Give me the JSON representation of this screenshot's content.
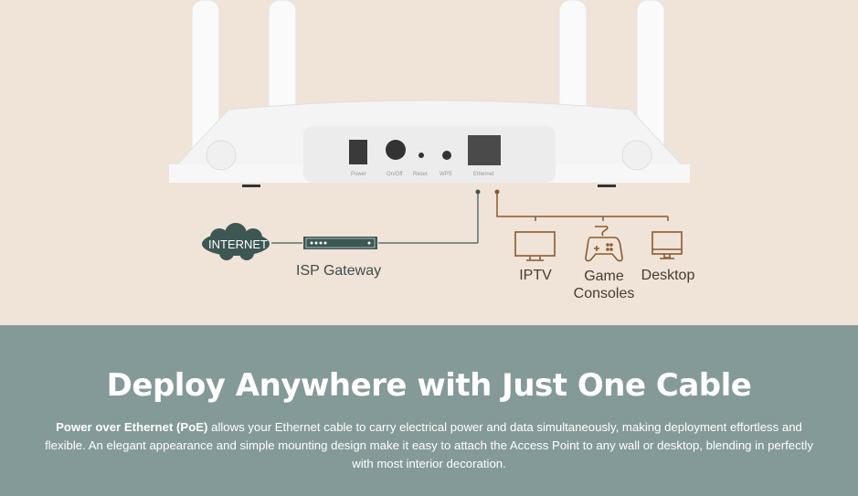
{
  "diagram": {
    "ports": [
      "Power",
      "On/Off",
      "Reset",
      "WPS",
      "Ethernet"
    ],
    "internet_label": "INTERNET",
    "gateway_label": "ISP Gateway",
    "devices": [
      {
        "label": "IPTV",
        "icon": "tv-icon"
      },
      {
        "label": "Game Consoles",
        "icon": "gamepad-icon"
      },
      {
        "label": "Desktop",
        "icon": "desktop-icon"
      }
    ],
    "colors": {
      "uplink": "#5b716c",
      "downlink": "#8a5a2e",
      "cloud": "#3d5753"
    }
  },
  "section": {
    "title": "Deploy Anywhere with Just One Cable",
    "desc_bold": "Power over Ethernet (PoE)",
    "desc_rest": " allows your Ethernet cable to carry electrical power and data simultaneously, making deployment effortless and flexible. An elegant appearance and simple mounting design make it easy to attach the Access Point to any wall or desktop, blending in perfectly with most interior decoration."
  }
}
